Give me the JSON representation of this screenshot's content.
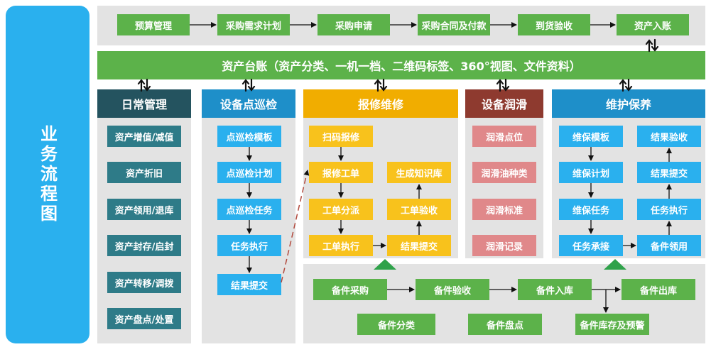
{
  "side_title": "业务流程图",
  "top_flow": [
    "预算管理",
    "采购需求计划",
    "采购申请",
    "采购合同及付款",
    "到货验收",
    "资产入账"
  ],
  "ledger": "资产台账（资产分类、一机一档、二维码标签、360°视图、文件资料）",
  "daily": {
    "title": "日常管理",
    "items": [
      "资产增值/减值",
      "资产折旧",
      "资产领用/退库",
      "资产封存/启封",
      "资产转移/调拨",
      "资产盘点/处置"
    ]
  },
  "inspection": {
    "title": "设备点巡检",
    "items": [
      "点巡检模板",
      "点巡检计划",
      "点巡检任务",
      "任务执行",
      "结果提交"
    ]
  },
  "repair": {
    "title": "报修维修",
    "left": [
      "扫码报修",
      "报修工单",
      "工单分派",
      "工单执行"
    ],
    "right": [
      "生成知识库",
      "工单验收",
      "结果提交"
    ]
  },
  "lubrication": {
    "title": "设备润滑",
    "items": [
      "润滑点位",
      "润滑油种类",
      "润滑标准",
      "润滑记录"
    ]
  },
  "maintenance": {
    "title": "维护保养",
    "left": [
      "维保模板",
      "维保计划",
      "维保任务",
      "任务承接"
    ],
    "right": [
      "结果验收",
      "结果提交",
      "任务执行",
      "备件领用"
    ]
  },
  "spare": {
    "row1": [
      "备件采购",
      "备件验收",
      "备件入库",
      "备件出库"
    ],
    "row2": [
      "备件分类",
      "备件盘点",
      "备件库存及预警"
    ]
  },
  "colors": {
    "side": "#2ab0ee",
    "green": "#5cb24a",
    "teal_dark": "#24535f",
    "teal": "#2e7b88",
    "sky_header": "#1e8fc9",
    "sky": "#2ab0ee",
    "yellow_header": "#f1ad00",
    "yellow": "#f8c21c",
    "red_header": "#8e3a2f",
    "pink": "#e0888a",
    "panel": "#e3e3e3"
  }
}
